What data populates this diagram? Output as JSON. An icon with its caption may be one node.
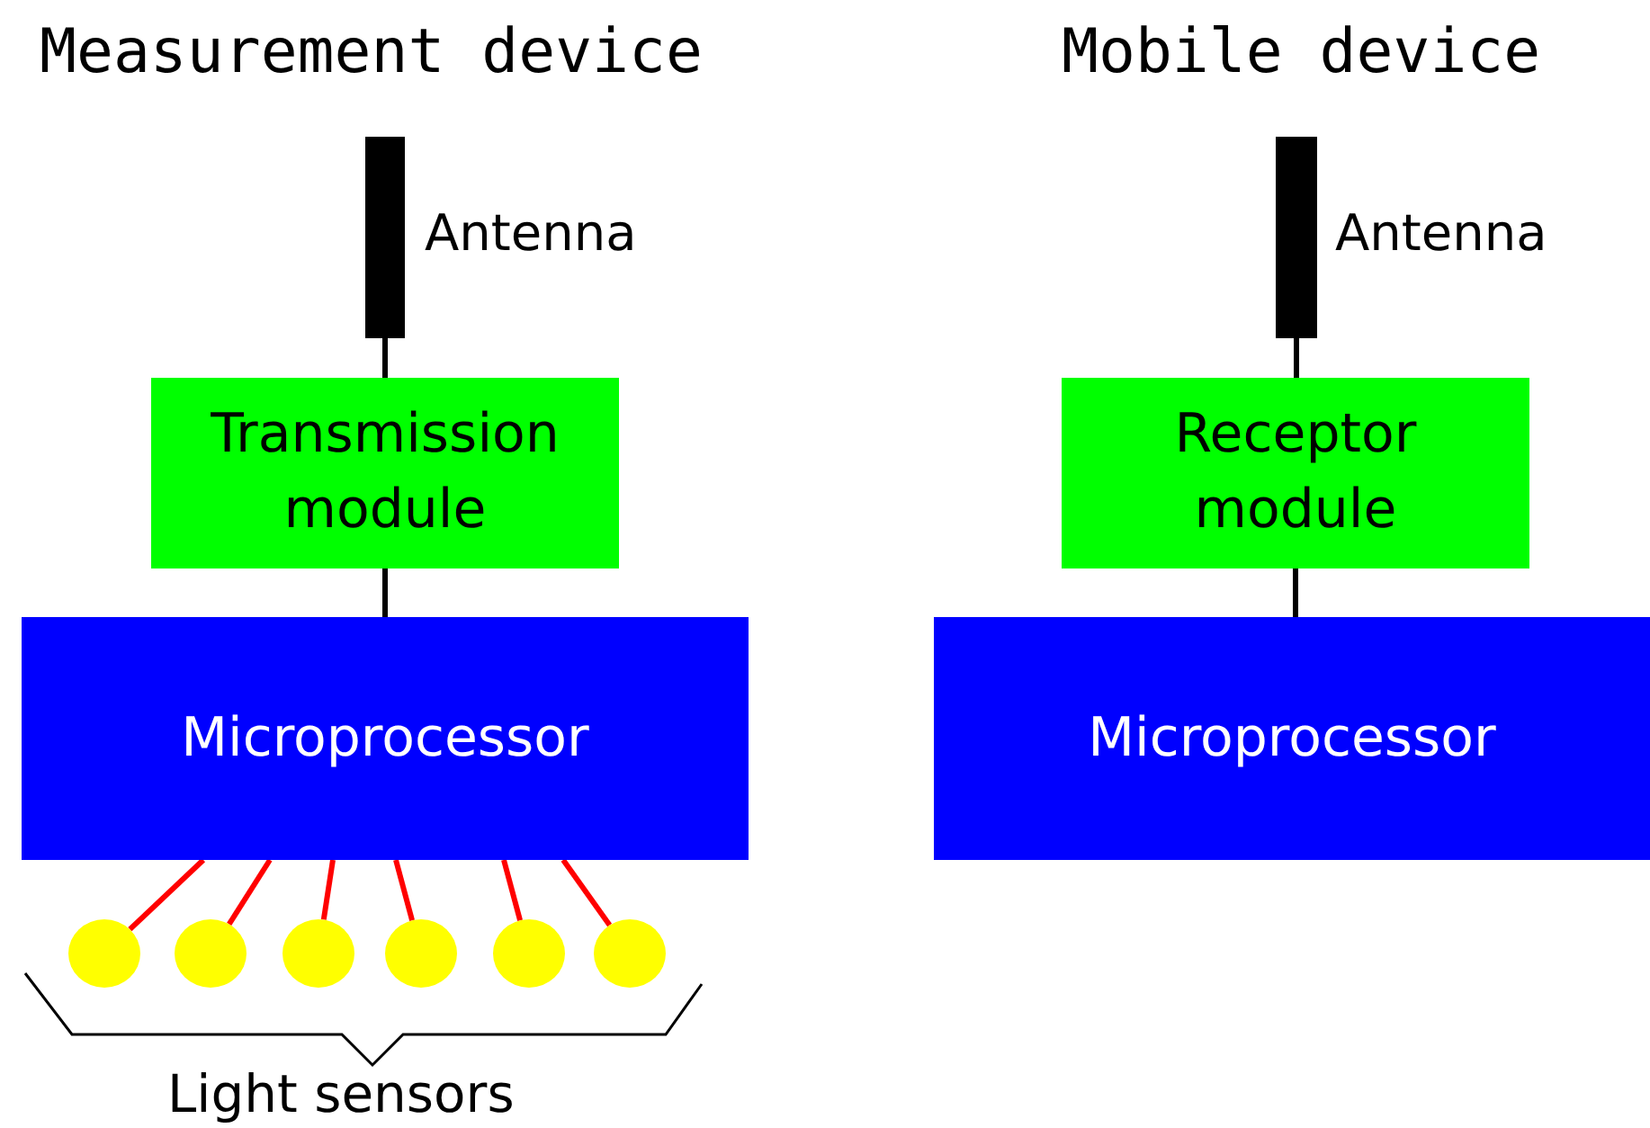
{
  "diagram": {
    "nodes": [
      {
        "text": [],
        "shape": "bar",
        "beside": [
          "Antenna"
        ]
      },
      {
        "text": [
          "Transmission module"
        ]
      },
      {
        "text": [
          "Microprocessor"
        ]
      },
      {
        "text": [],
        "shape": "circle"
      },
      {
        "text": [],
        "shape": "circle"
      },
      {
        "text": [],
        "shape": "circle"
      },
      {
        "text": [],
        "shape": "circle"
      },
      {
        "text": [],
        "shape": "circle"
      },
      {
        "text": [],
        "shape": "circle"
      },
      {
        "text": [],
        "shape": "bar",
        "beside": [
          "Antenna"
        ]
      },
      {
        "text": [
          "Receptor module"
        ]
      },
      {
        "text": [
          "Microprocessor"
        ]
      }
    ],
    "edges": [
      {
        "from": 0,
        "to": 1,
        "arrow": "none",
        "color": "#000000"
      },
      {
        "from": 1,
        "to": 2,
        "arrow": "none",
        "color": "#000000"
      },
      {
        "from": 2,
        "to": 3,
        "arrow": "none",
        "color": "#ff0000"
      },
      {
        "from": 2,
        "to": 4,
        "arrow": "none",
        "color": "#ff0000"
      },
      {
        "from": 2,
        "to": 5,
        "arrow": "none",
        "color": "#ff0000"
      },
      {
        "from": 2,
        "to": 6,
        "arrow": "none",
        "color": "#ff0000"
      },
      {
        "from": 2,
        "to": 7,
        "arrow": "none",
        "color": "#ff0000"
      },
      {
        "from": 2,
        "to": 8,
        "arrow": "none",
        "color": "#ff0000"
      },
      {
        "from": 9,
        "to": 10,
        "arrow": "none",
        "color": "#000000"
      },
      {
        "from": 10,
        "to": 11,
        "arrow": "none",
        "color": "#000000"
      }
    ],
    "labels": [
      "Measurement device",
      "Mobile device",
      "Light sensors"
    ]
  }
}
